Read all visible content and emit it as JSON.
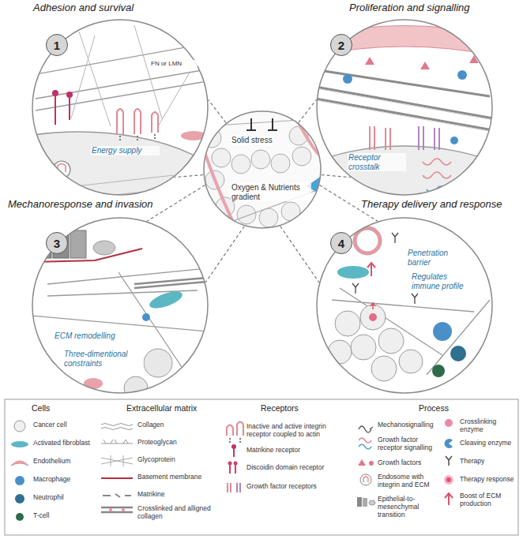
{
  "diagram": {
    "nodes": [
      {
        "text": [
          "Adhesion and survival",
          "FN or LMN",
          "Energy supply"
        ]
      },
      {
        "text": [
          "1"
        ],
        "in": 0
      },
      {
        "text": [
          "Proliferation and signalling",
          "Receptor crosstalk"
        ]
      },
      {
        "text": [
          "2"
        ],
        "in": 2
      },
      {
        "text": [
          "Solid stress",
          "Oxygen & Nutrients gradient"
        ]
      },
      {
        "text": [
          "Mechanoresponse and invasion",
          "ECM remodelling",
          "Three-dimentional constraints"
        ]
      },
      {
        "text": [
          "3"
        ],
        "in": 5
      },
      {
        "text": [
          "Therapy delivery and response",
          "Penetration barrier",
          "Regulates immune profile"
        ]
      },
      {
        "text": [
          "4"
        ],
        "in": 7
      }
    ],
    "edges": [
      {
        "from": 4,
        "to": 0,
        "arrow": "none"
      },
      {
        "from": 4,
        "to": 2,
        "arrow": "none"
      },
      {
        "from": 4,
        "to": 5,
        "arrow": "none"
      },
      {
        "from": 4,
        "to": 7,
        "arrow": "none"
      }
    ],
    "labels": [
      "Cells",
      "Extracellular matrix",
      "Receptors",
      "Process"
    ],
    "legend": [
      {
        "text": "Cancer cell"
      },
      {
        "text": "Activated fibroblast"
      },
      {
        "text": "Endothelium"
      },
      {
        "text": "Macrophage"
      },
      {
        "text": "Neutrophil"
      },
      {
        "text": "T-cell"
      },
      {
        "text": "Collagen"
      },
      {
        "text": "Proteoglycan"
      },
      {
        "text": "Glycoprotein"
      },
      {
        "text": "Basement membrane"
      },
      {
        "text": "Matrikine"
      },
      {
        "text": "Crosslinked and alligned collagen"
      },
      {
        "text": "Inactive and active integrin receptor coupled to actin"
      },
      {
        "text": "Matrikine receptor"
      },
      {
        "text": "Discoidin domain receptor"
      },
      {
        "text": "Growth factor receptors"
      },
      {
        "text": "Mechanosignalling"
      },
      {
        "text": "Growth factor receptor signalling"
      },
      {
        "text": "Growth factors"
      },
      {
        "text": "Endosome with integrin and ECM"
      },
      {
        "text": "Epithelial-to-mesenchymal transition"
      },
      {
        "text": "Crosslinking enzyme"
      },
      {
        "text": "Cleaving enzyme"
      },
      {
        "text": "Therapy"
      },
      {
        "text": "Therapy response"
      },
      {
        "text": "Boost of ECM production"
      }
    ]
  }
}
